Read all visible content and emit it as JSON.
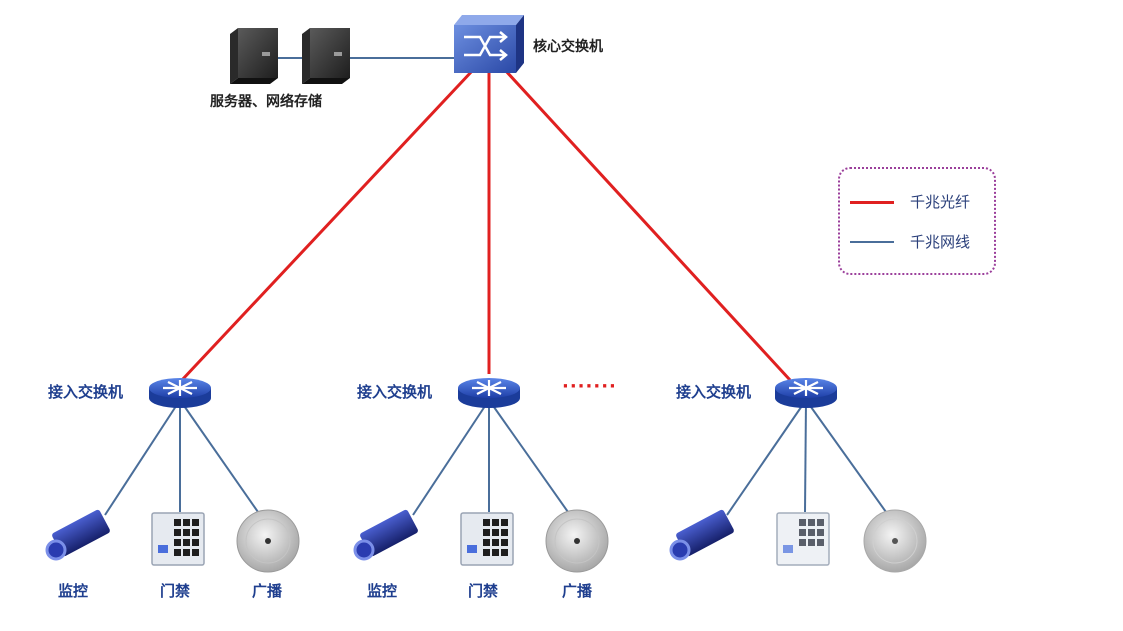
{
  "core": {
    "label": "核心交换机"
  },
  "servers": {
    "label": "服务器、网络存储"
  },
  "access_switches": [
    {
      "label": "接入交换机"
    },
    {
      "label": "接入交换机"
    },
    {
      "label": "接入交换机"
    }
  ],
  "ellipsis": "·······",
  "endpoints": {
    "camera": "监控",
    "door": "门禁",
    "speaker": "广播"
  },
  "legend": {
    "items": [
      {
        "label": "千兆光纤",
        "color": "#e02020"
      },
      {
        "label": "千兆网线",
        "color": "#4a6e9a"
      }
    ]
  },
  "colors": {
    "fiber": "#e02020",
    "cable": "#4a6e9a",
    "switch": "#2e57c8"
  }
}
